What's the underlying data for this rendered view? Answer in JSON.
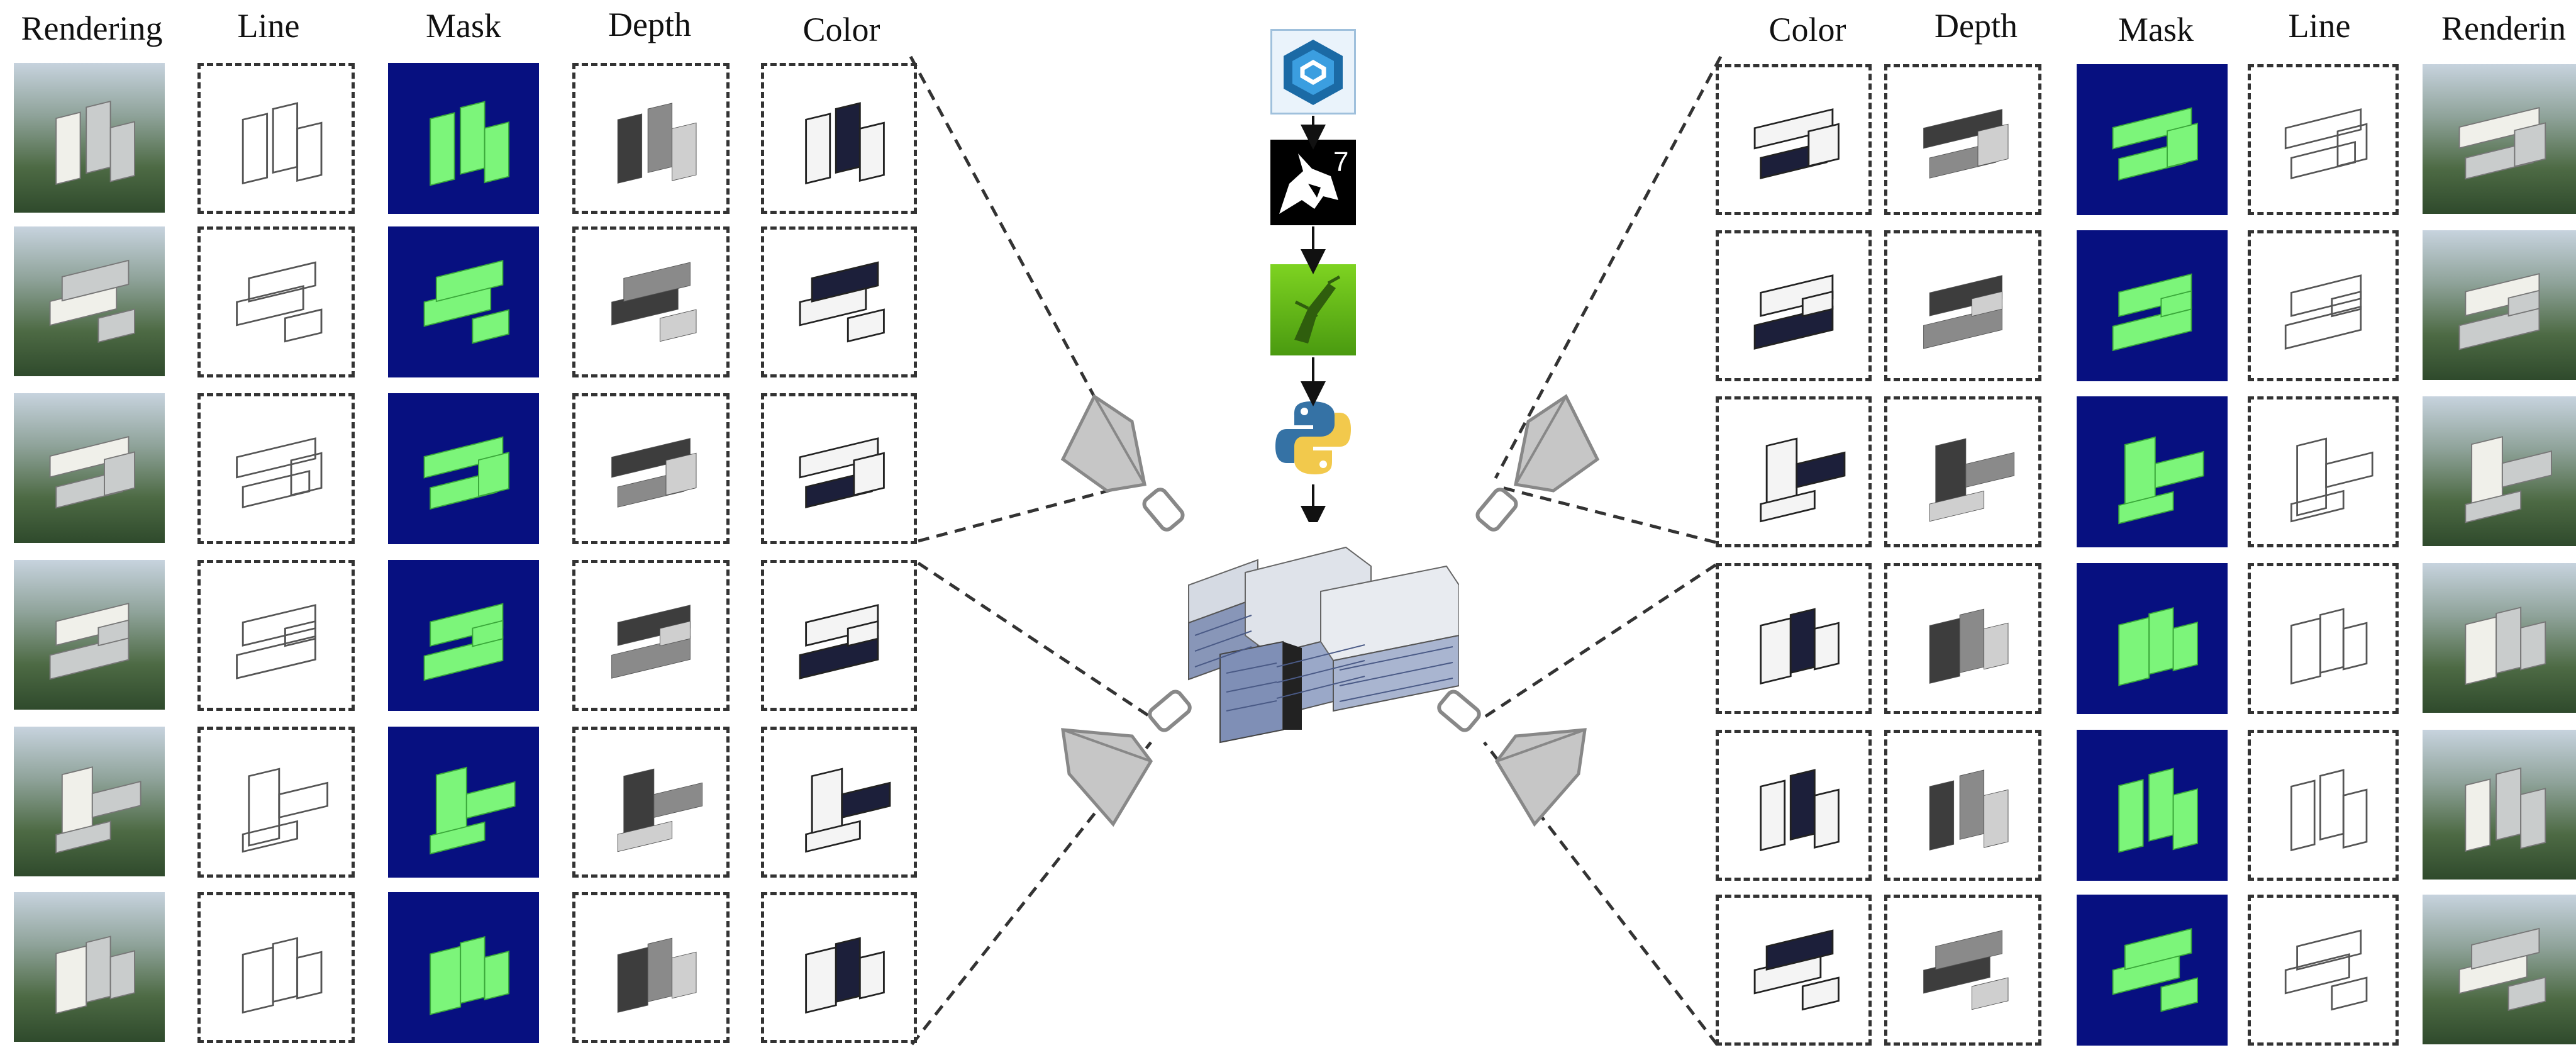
{
  "left_headers": {
    "rendering": "Rendering",
    "line": "Line",
    "mask": "Mask",
    "depth": "Depth",
    "color": "Color"
  },
  "right_headers": {
    "color": "Color",
    "depth": "Depth",
    "mask": "Mask",
    "line": "Line",
    "rendering": "Renderin"
  },
  "pipeline_icons": [
    "sketchup-icon",
    "rhino-7-icon",
    "grasshopper-icon",
    "python-icon"
  ],
  "rhino_version": "7",
  "views_per_side": 6,
  "colors": {
    "mask_bg": "#071080",
    "mask_fg": "#7CF57A",
    "dash": "#333333",
    "camera": "#bfbfbf"
  }
}
